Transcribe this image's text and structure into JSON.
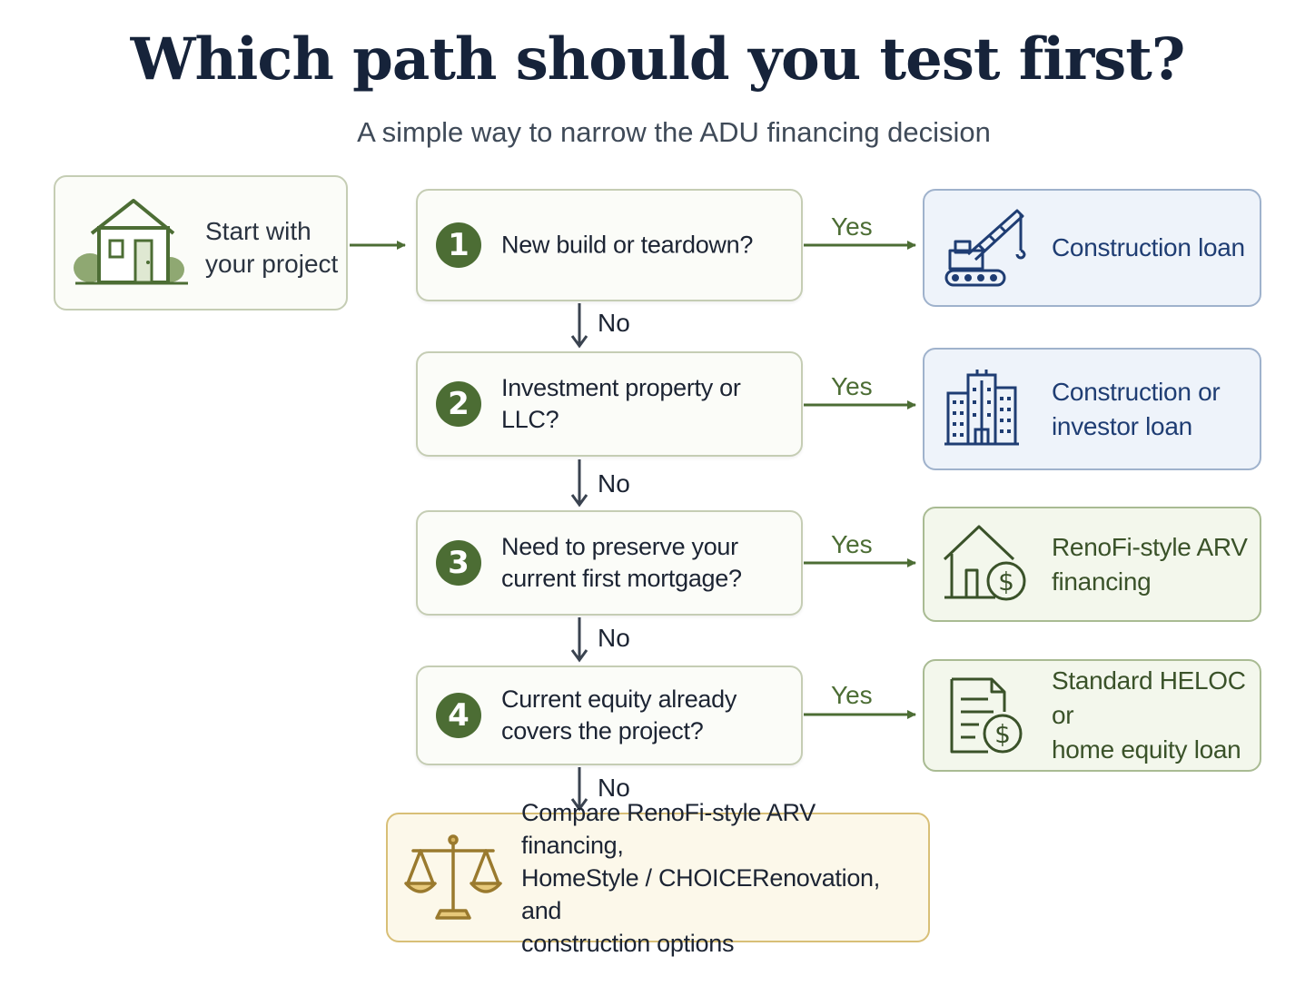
{
  "title": "Which path should you test first?",
  "subtitle": "A simple way to narrow the ADU financing decision",
  "start": {
    "lines": [
      "Start with",
      "your project"
    ],
    "icon": "house-icon"
  },
  "questions": [
    {
      "number": "1",
      "lines": [
        "New build or teardown?"
      ],
      "yes_label": "Yes",
      "no_label": "No"
    },
    {
      "number": "2",
      "lines": [
        "Investment property or LLC?"
      ],
      "yes_label": "Yes",
      "no_label": "No"
    },
    {
      "number": "3",
      "lines": [
        "Need to preserve your",
        "current first mortgage?"
      ],
      "yes_label": "Yes",
      "no_label": "No"
    },
    {
      "number": "4",
      "lines": [
        "Current equity already",
        "covers the project?"
      ],
      "yes_label": "Yes",
      "no_label": "No"
    }
  ],
  "results": [
    {
      "lines": [
        "Construction loan"
      ],
      "icon": "crane-icon"
    },
    {
      "lines": [
        "Construction or",
        "investor loan"
      ],
      "icon": "building-icon"
    },
    {
      "lines": [
        "RenoFi-style ARV",
        "financing"
      ],
      "icon": "house-dollar-icon"
    },
    {
      "lines": [
        "Standard HELOC or",
        "home equity loan"
      ],
      "icon": "document-dollar-icon"
    }
  ],
  "final": {
    "lines": [
      "Compare RenoFi-style ARV financing,",
      "HomeStyle / CHOICERenovation, and",
      "construction options"
    ],
    "icon": "scales-icon"
  },
  "colors": {
    "accent_green": "#4c6d34",
    "navy": "#1f3d73",
    "title": "#16233a",
    "gold": "#b8923a"
  }
}
